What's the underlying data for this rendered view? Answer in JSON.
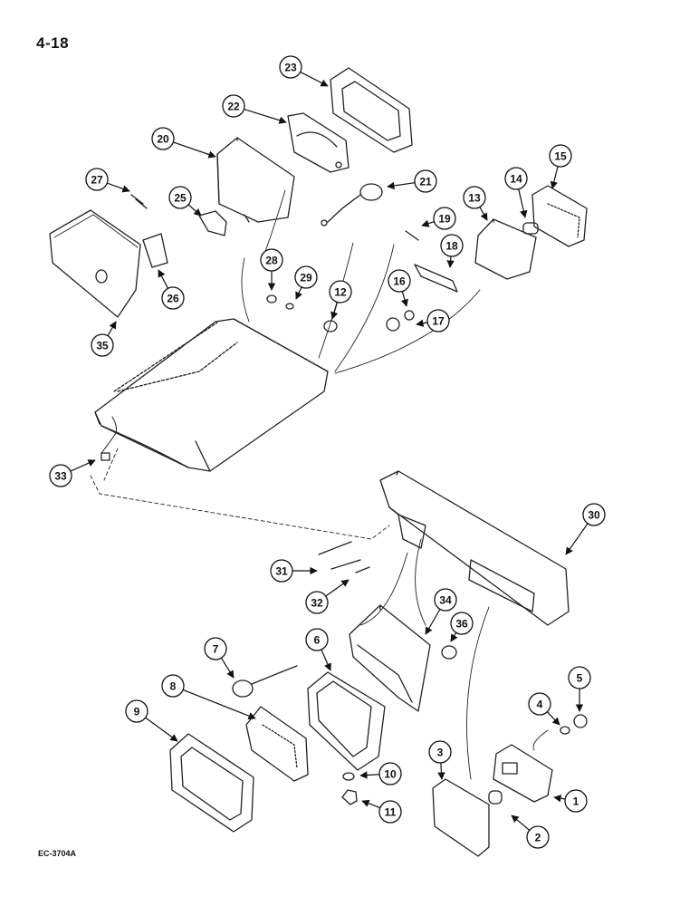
{
  "page": {
    "number": "4-18",
    "figure_code": "EC-3704A"
  },
  "callouts": [
    "1",
    "2",
    "3",
    "4",
    "5",
    "6",
    "7",
    "8",
    "9",
    "10",
    "11",
    "12",
    "13",
    "14",
    "15",
    "16",
    "17",
    "18",
    "19",
    "20",
    "21",
    "22",
    "23",
    "25",
    "26",
    "27",
    "28",
    "29",
    "30",
    "31",
    "32",
    "33",
    "34",
    "35",
    "36"
  ]
}
